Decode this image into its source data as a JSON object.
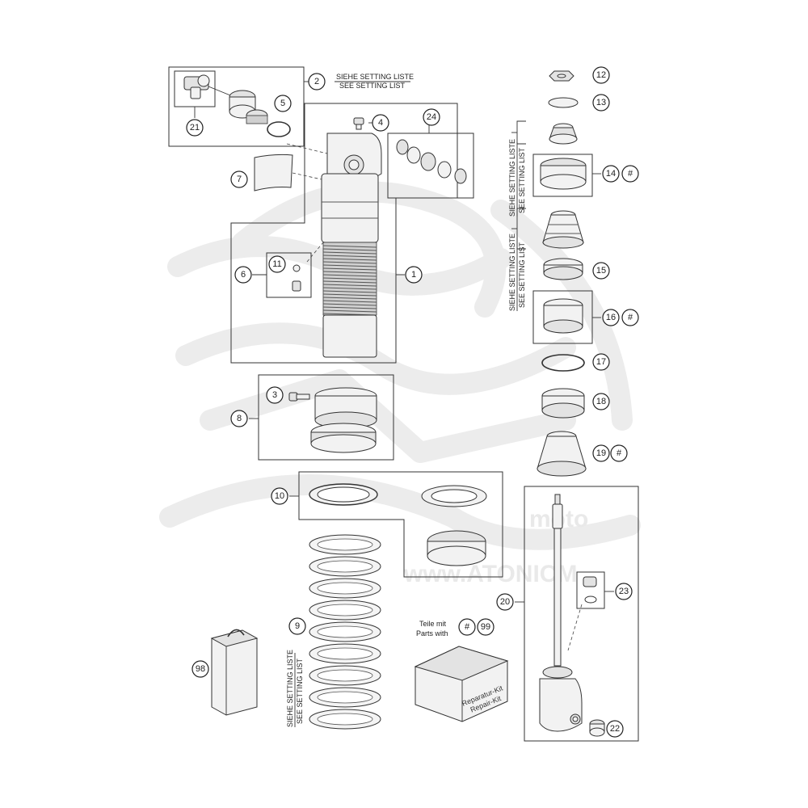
{
  "callouts": [
    {
      "id": "1",
      "label": "1"
    },
    {
      "id": "2",
      "label": "2"
    },
    {
      "id": "3",
      "label": "3"
    },
    {
      "id": "4",
      "label": "4"
    },
    {
      "id": "5",
      "label": "5"
    },
    {
      "id": "6",
      "label": "6"
    },
    {
      "id": "7",
      "label": "7"
    },
    {
      "id": "8",
      "label": "8"
    },
    {
      "id": "9",
      "label": "9"
    },
    {
      "id": "10",
      "label": "10"
    },
    {
      "id": "11",
      "label": "11"
    },
    {
      "id": "12",
      "label": "12"
    },
    {
      "id": "13",
      "label": "13"
    },
    {
      "id": "14",
      "label": "14"
    },
    {
      "id": "15",
      "label": "15"
    },
    {
      "id": "16",
      "label": "16"
    },
    {
      "id": "17",
      "label": "17"
    },
    {
      "id": "18",
      "label": "18"
    },
    {
      "id": "19",
      "label": "19"
    },
    {
      "id": "20",
      "label": "20"
    },
    {
      "id": "21",
      "label": "21"
    },
    {
      "id": "22",
      "label": "22"
    },
    {
      "id": "23",
      "label": "23"
    },
    {
      "id": "24",
      "label": "24"
    },
    {
      "id": "98",
      "label": "98"
    },
    {
      "id": "99",
      "label": "99"
    },
    {
      "id": "h14",
      "label": "#"
    },
    {
      "id": "h16",
      "label": "#"
    },
    {
      "id": "h19",
      "label": "#"
    },
    {
      "id": "hkit",
      "label": "#"
    }
  ],
  "setting_notes": {
    "de": "SIEHE SETTING LISTE",
    "en": "SEE SETTING LIST"
  },
  "kit_legend": {
    "line1": "Teile mit",
    "line2": "Parts with"
  },
  "repair_kit": {
    "line1": "Reparatur-Kit",
    "line2": "Repair-Kit"
  },
  "watermark": {
    "brand": "moto",
    "url": "www.ATONICM"
  }
}
